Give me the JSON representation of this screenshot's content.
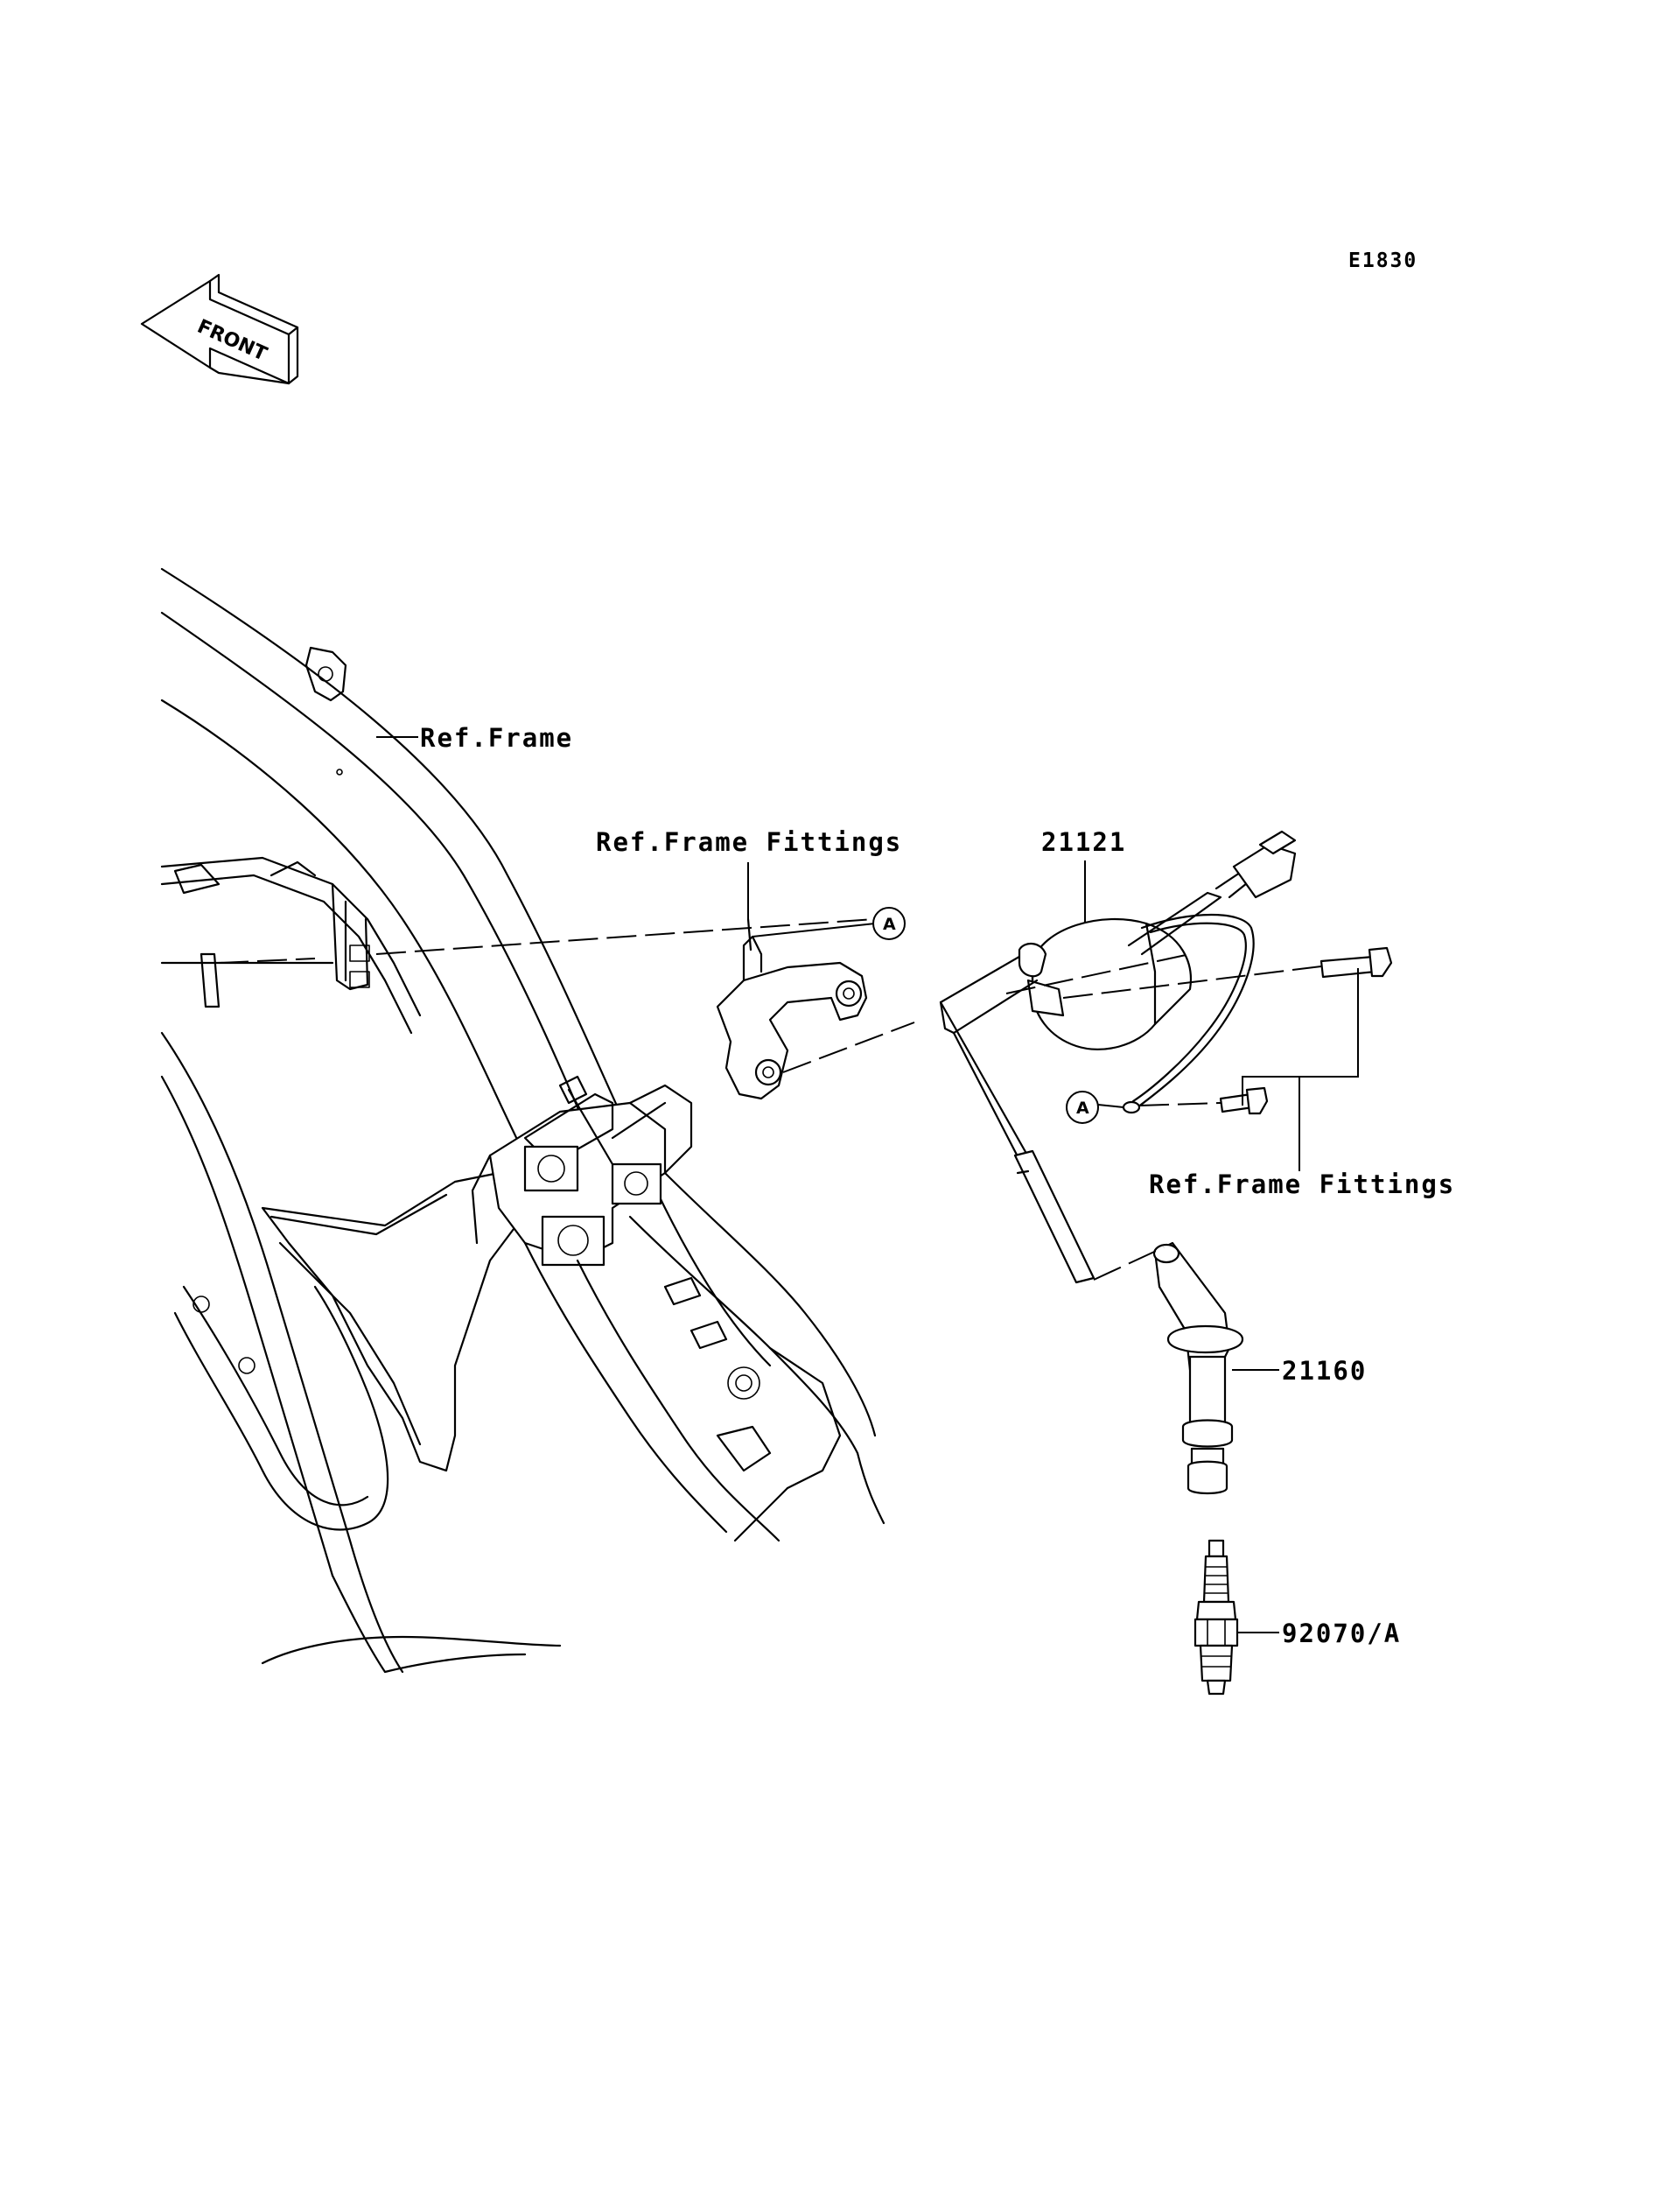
{
  "diagram_code": "E1830",
  "front_marker": "FRONT",
  "labels": {
    "ref_frame": "Ref.Frame",
    "ref_frame_fittings_top": "Ref.Frame Fittings",
    "ref_frame_fittings_bottom": "Ref.Frame Fittings",
    "ignition_coil": "21121",
    "plug_cap": "21160",
    "spark_plug": "92070/A"
  },
  "connection_markers": {
    "upper": "A",
    "lower": "A"
  }
}
